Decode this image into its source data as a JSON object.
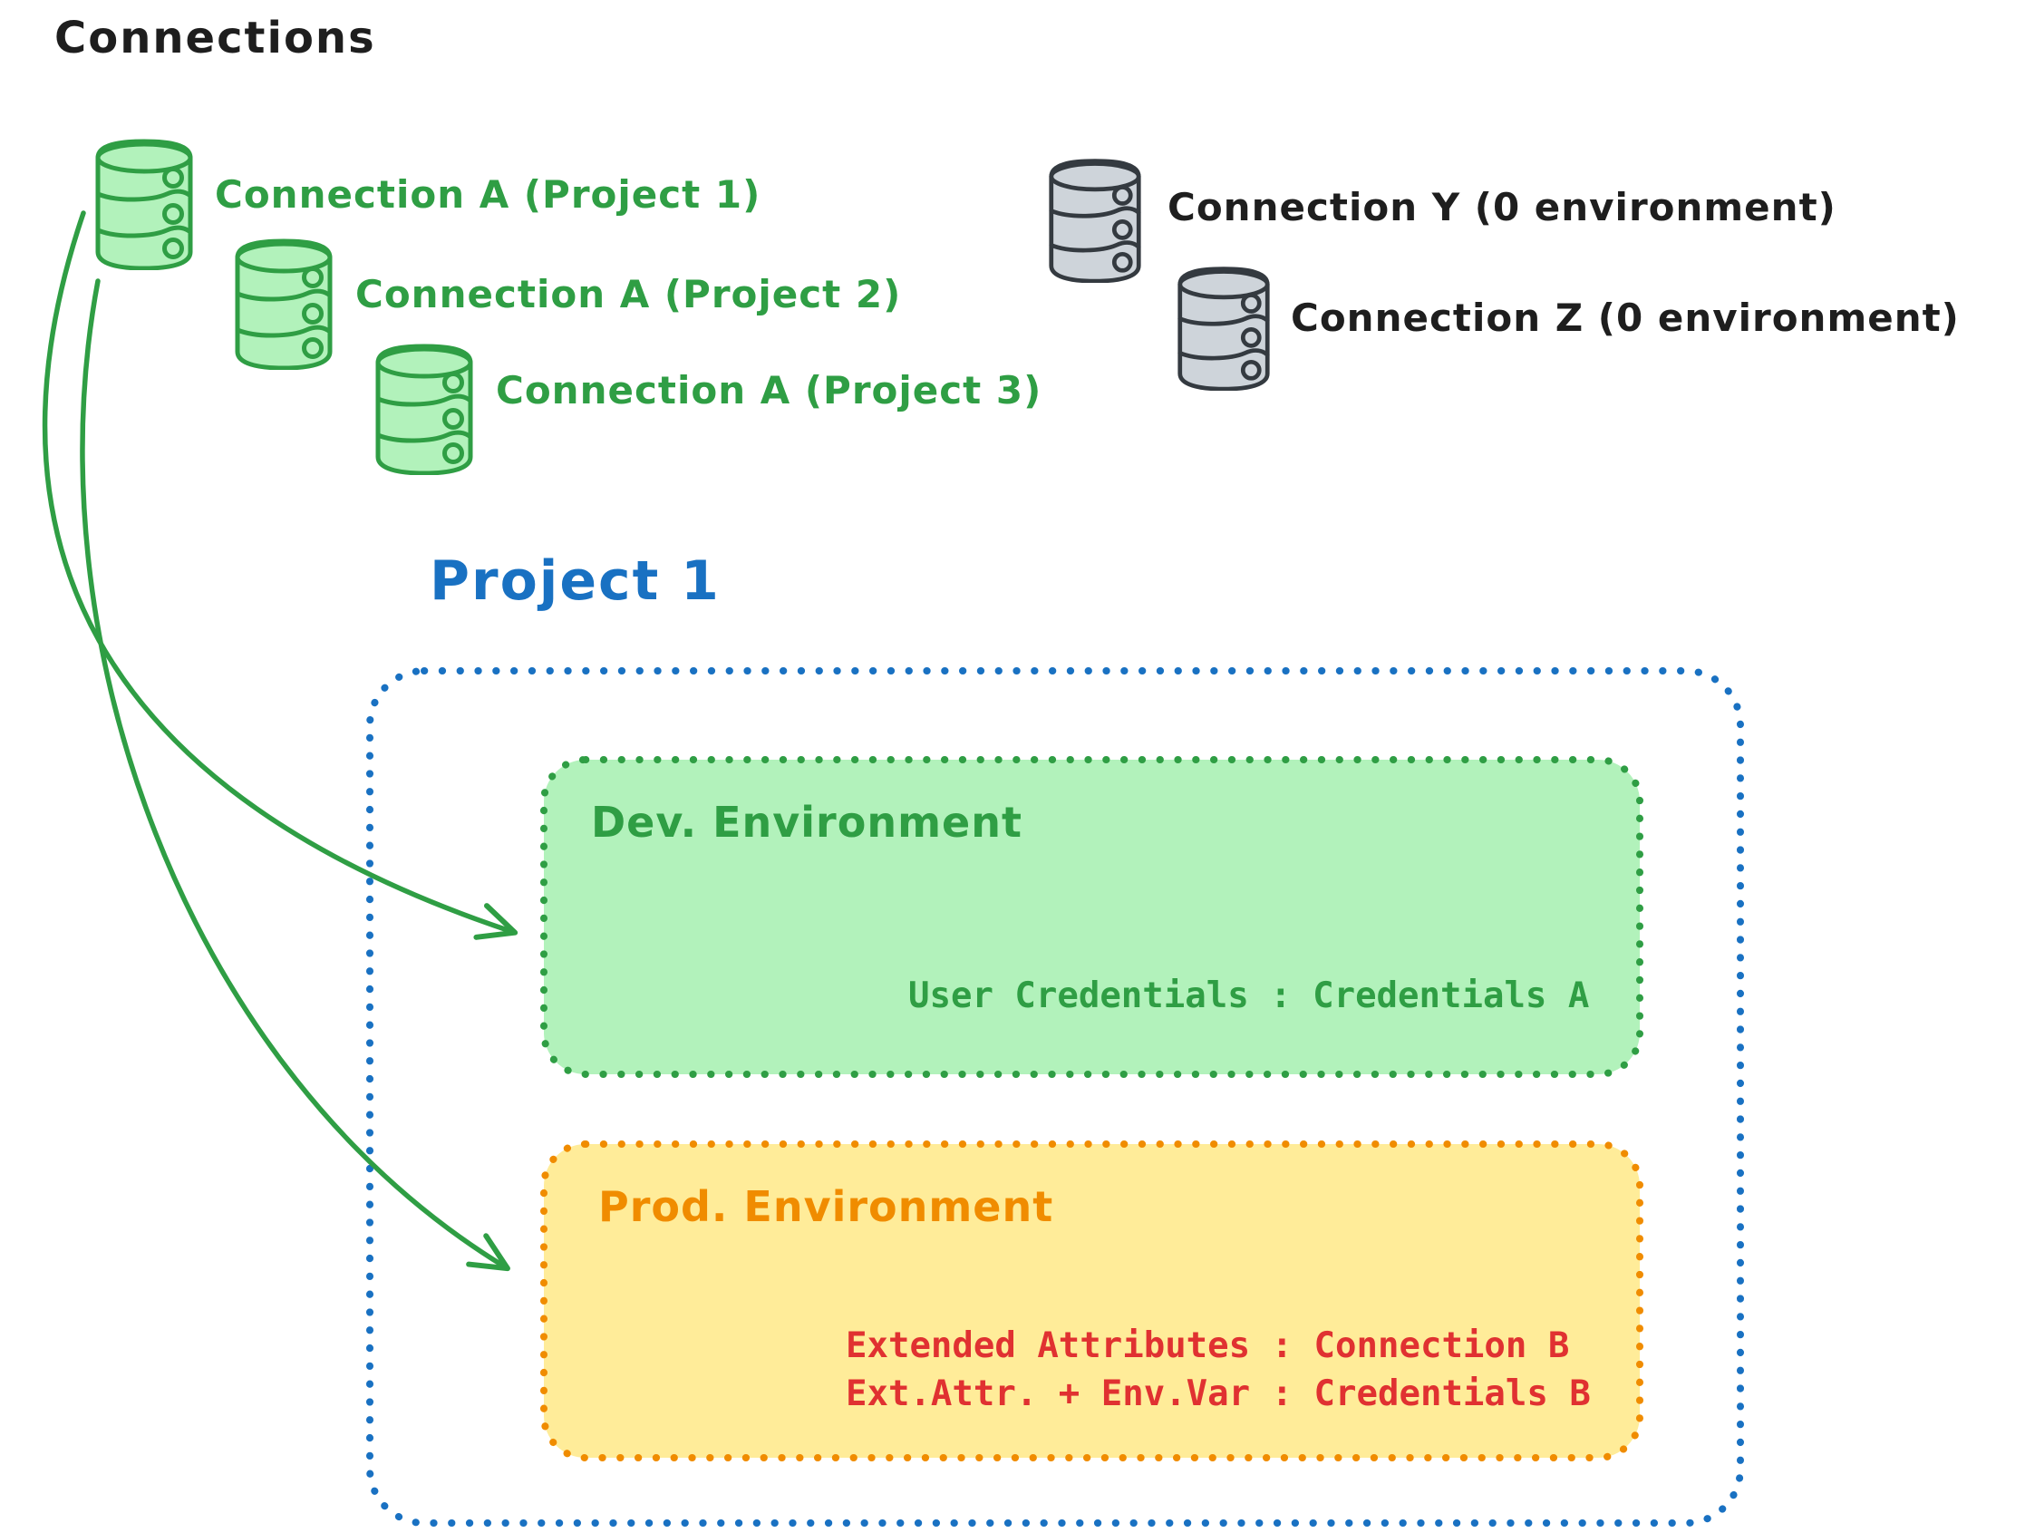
{
  "colors": {
    "ink": "#1e1e1e",
    "green_stroke": "#2f9e44",
    "green_fill": "#b2f2bb",
    "gray_stroke": "#343a40",
    "gray_fill": "#ced4da",
    "blue": "#1971c2",
    "orange_stroke": "#f08c00",
    "orange_fill": "#ffec99",
    "red": "#e03131"
  },
  "header": {
    "title": "Connections"
  },
  "connection_list": {
    "project_connections": [
      {
        "label": "Connection A (Project 1)"
      },
      {
        "label": "Connection A (Project 2)"
      },
      {
        "label": "Connection A (Project 3)"
      }
    ],
    "unused_connections": [
      {
        "label": "Connection Y (0 environment)"
      },
      {
        "label": "Connection Z (0 environment)"
      }
    ]
  },
  "project": {
    "title": "Project 1",
    "dev_environment": {
      "title": "Dev. Environment",
      "credential_mapping": "User Credentials : Credentials A"
    },
    "prod_environment": {
      "title": "Prod. Environment",
      "credential_mappings": [
        "Extended Attributes : Connection B",
        "Ext.Attr. + Env.Var : Credentials B"
      ]
    }
  }
}
